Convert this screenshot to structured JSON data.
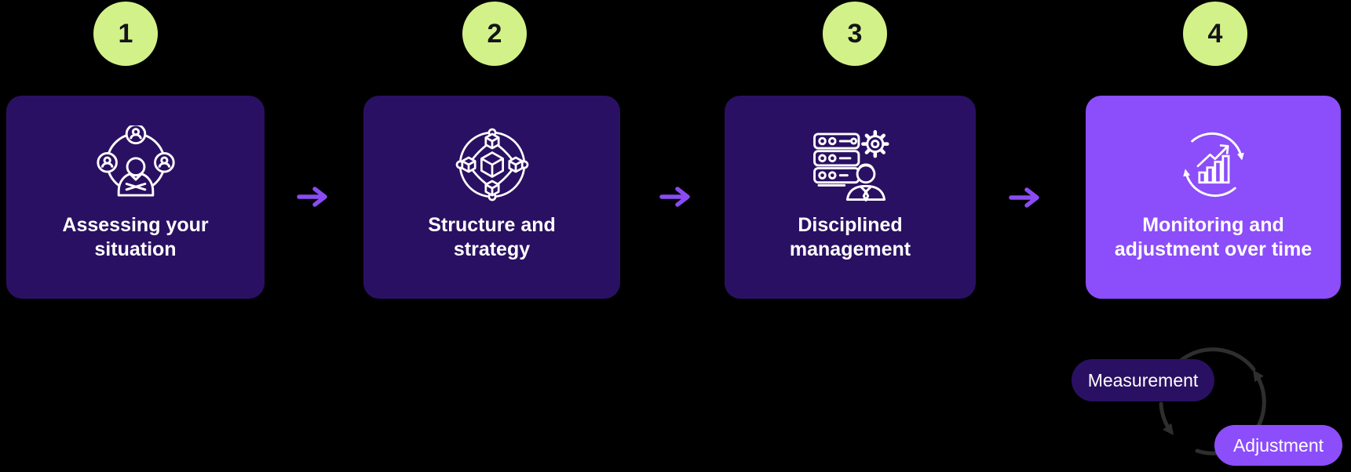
{
  "diagram": {
    "steps": [
      {
        "number": "1",
        "title": "Assessing your situation",
        "title_lines": [
          "Assessing your",
          "situation"
        ],
        "icon": "team-network-icon",
        "card_color": "#2a1062"
      },
      {
        "number": "2",
        "title": "Structure and strategy",
        "title_lines": [
          "Structure and",
          "strategy"
        ],
        "icon": "structure-cubes-icon",
        "card_color": "#2a1062"
      },
      {
        "number": "3",
        "title": "Disciplined management",
        "title_lines": [
          "Disciplined",
          "management"
        ],
        "icon": "server-management-icon",
        "card_color": "#2a1062"
      },
      {
        "number": "4",
        "title": "Monitoring and adjustment over time",
        "title_lines": [
          "Monitoring and",
          "adjustment over time"
        ],
        "icon": "monitoring-refresh-icon",
        "card_color": "#8c4dfa"
      }
    ],
    "cycle_labels": [
      {
        "text": "Measurement",
        "color": "#2a1062"
      },
      {
        "text": "Adjustment",
        "color": "#8c4dfa"
      }
    ],
    "colors": {
      "background": "#000000",
      "step_badge": "#d3f189",
      "card_dark_purple": "#2a1062",
      "card_light_purple": "#8c4dfa",
      "flow_arrow": "#8a4cf2",
      "cycle_arrow_gray": "#2e2e2e",
      "number_text": "#131318",
      "card_text": "#ffffff"
    }
  }
}
